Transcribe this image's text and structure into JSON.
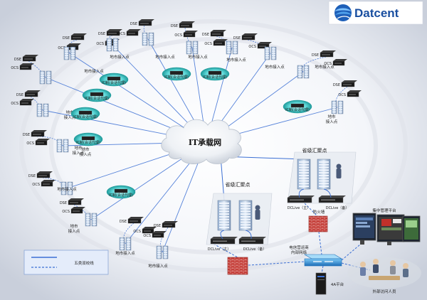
{
  "brand": {
    "name": "Datcent",
    "color": "#1a4fa0"
  },
  "colors": {
    "line_solid": "#3b6fd4",
    "ic_device": "#1e9a9a",
    "ic_glow": "#8ff0f0",
    "firewall": "#c0302a",
    "switch": "#2a8fd8"
  },
  "labels": {
    "dse": "DSE",
    "ocs": "OCS",
    "city_access": "地市接入点",
    "city_access_line1": "地市",
    "city_access_line2": "接入点",
    "ic_agent": "IC制(会话代理)",
    "cloud": "IT承载网",
    "provincial_hub": "省级汇聚点",
    "dclive_main": "DCLive（主）",
    "dclive_backup": "DCLive（备）",
    "firewall": "防火墙",
    "telecom_net_line1": "电信营运商",
    "telecom_net_line2": "内部网络",
    "central_mgmt": "集中管理平台",
    "platform_4a": "4A平台",
    "external_users": "外部访问人员"
  },
  "legend": {
    "items": [
      {
        "label": "五类双绞线"
      }
    ]
  }
}
